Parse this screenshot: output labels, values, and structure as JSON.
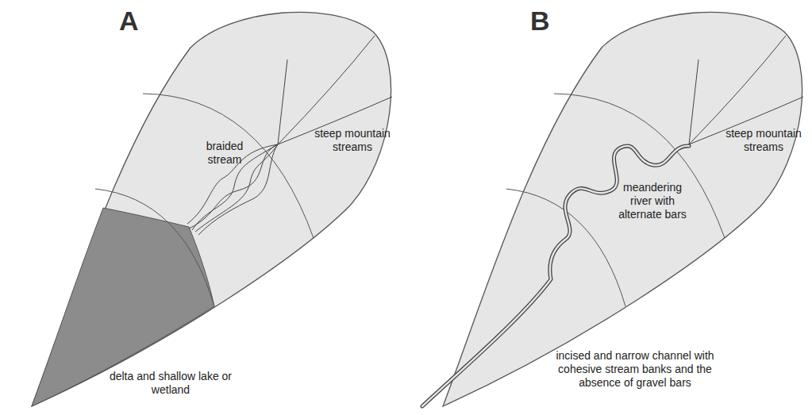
{
  "diagram": {
    "labels": [
      "A",
      "B",
      "steep mountain streams",
      "braided stream",
      "delta and shallow lake or wetland",
      "steep mountain streams",
      "meandering river with alternate bars",
      "incised and narrow channel with cohesive stream banks and the absence of gravel bars"
    ]
  }
}
